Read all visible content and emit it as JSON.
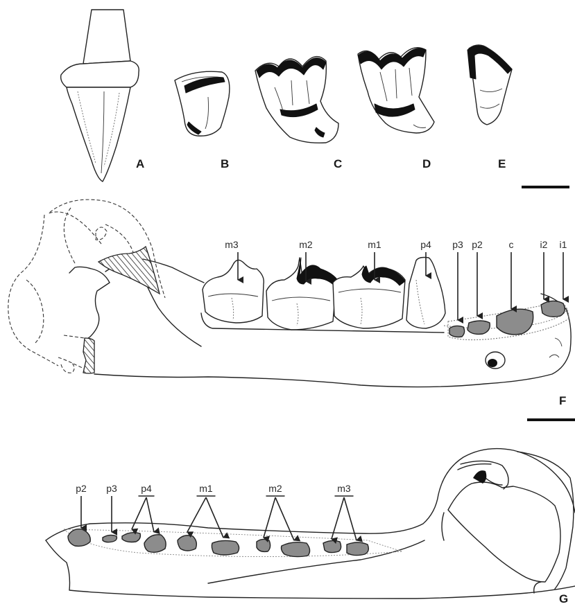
{
  "panels": {
    "A": "A",
    "B": "B",
    "C": "C",
    "D": "D",
    "E": "E",
    "F": "F",
    "G": "G"
  },
  "labels_F": {
    "m3": "m3",
    "m2": "m2",
    "m1": "m1",
    "p4": "p4",
    "p3": "p3",
    "p2": "p2",
    "c": "c",
    "i2": "i2",
    "i1": "i1"
  },
  "labels_G": {
    "p2": "p2",
    "p3": "p3",
    "p4": "p4",
    "m1": "m1",
    "m2": "m2",
    "m3": "m3"
  },
  "colors": {
    "wear_facet": "#111111",
    "alveolus": "#8c8c8c",
    "outline": "#222222"
  }
}
